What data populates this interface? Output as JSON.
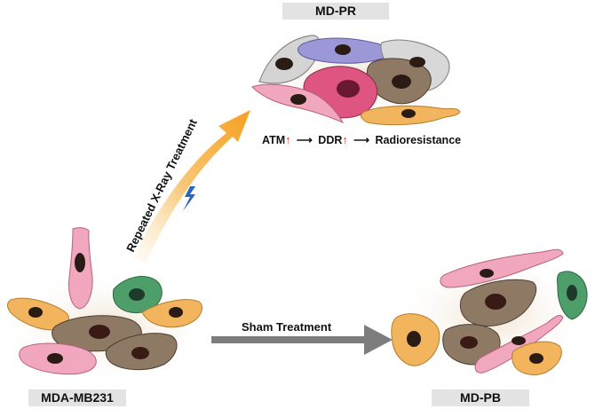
{
  "title": "",
  "labels": {
    "md_pr": "MD-PR",
    "md_pb": "MD-PB",
    "mda_mb231": "MDA-MB231",
    "repeated_xray": "Repeated X-Ray Treatment",
    "sham_treatment": "Sham Treatment"
  },
  "pathway": {
    "atm": "ATM",
    "ddr": "DDR",
    "radioresistance": "Radioresistance",
    "up_arrow": "↑",
    "right_arrow": "⟶"
  },
  "colors": {
    "label_box": "#e3e3e3",
    "xray_arrow_start": "#fdeccc",
    "xray_arrow_end": "#f5a623",
    "sham_arrow": "#7d7d7d",
    "lightning": "#2a67b8",
    "cell_pink": "#f1a7bd",
    "cell_green": "#4e9e6a",
    "cell_orange": "#f2b45c",
    "cell_brown": "#8c7862",
    "cell_lavender": "#9b97d6",
    "cell_gray": "#cfcfcf",
    "cell_magenta": "#dd5580",
    "nucleus": "#2a1b14"
  }
}
